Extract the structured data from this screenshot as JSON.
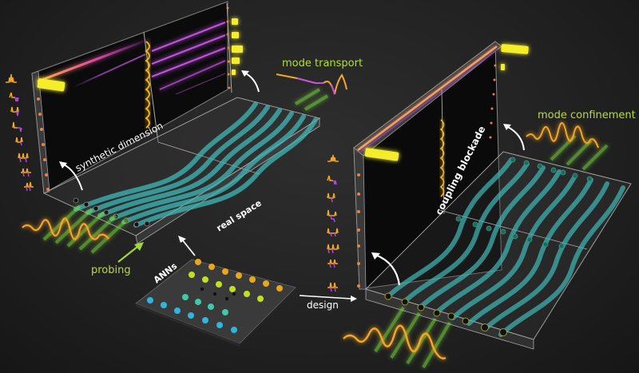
{
  "figure": {
    "labels": {
      "synthetic_dimension": "synthetic dimension",
      "mode_transport": "mode transport",
      "real_space": "real space",
      "probing": "probing",
      "anns": "ANNs",
      "design": "design",
      "coupling_blockade": "coupling blockade",
      "mode_confinement": "mode confinement"
    },
    "colors": {
      "background": "#222222",
      "label_green": "#b5dc3c",
      "label_white": "#ffffff",
      "waveguide_cyan": "#3fb8b8",
      "wave_orange": "#f5a623",
      "mode_purple": "#b04ad8",
      "beam_yellow": "#f4ee2a",
      "probe_green": "#7de040",
      "panel_black": "#0a0a0a"
    },
    "panels": [
      {
        "name": "left-device",
        "concept": "mode transport",
        "waveguides": 9
      },
      {
        "name": "right-device",
        "concept": "mode confinement",
        "waveguides": 9
      }
    ],
    "ann": {
      "layers": [
        {
          "color": "#e9a81a",
          "nodes": 7
        },
        {
          "color": "#c3e01e",
          "nodes": 6
        },
        {
          "color": "#111111",
          "nodes": 4
        },
        {
          "color": "#3ccaa8",
          "nodes": 4
        },
        {
          "color": "#2fb5e0",
          "nodes": 7
        }
      ]
    }
  }
}
